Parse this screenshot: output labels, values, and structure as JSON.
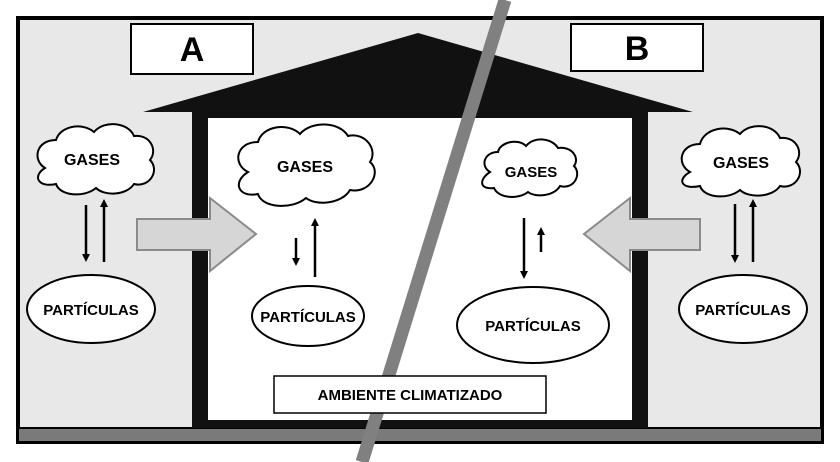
{
  "panels": {
    "a_label": "A",
    "b_label": "B"
  },
  "labels": {
    "gases": "GASES",
    "particles": "PARTÍCULAS",
    "ambient": "AMBIENTE CLIMATIZADO"
  },
  "colors": {
    "outline": "#000000",
    "background": "#e8e8e8",
    "interior": "#ffffff",
    "divider": "#808080",
    "arrow_fill": "#d6d6d6",
    "arrow_stroke": "#8a8a8a"
  }
}
